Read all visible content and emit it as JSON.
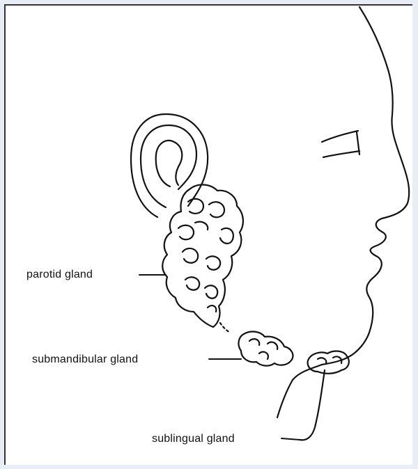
{
  "diagram": {
    "labels": {
      "parotid": "parotid gland",
      "submandibular": "submandibular gland",
      "sublingual": "sublingual gland"
    },
    "colors": {
      "background": "#e9eef6",
      "panel": "#ffffff",
      "ink": "#111111"
    }
  }
}
